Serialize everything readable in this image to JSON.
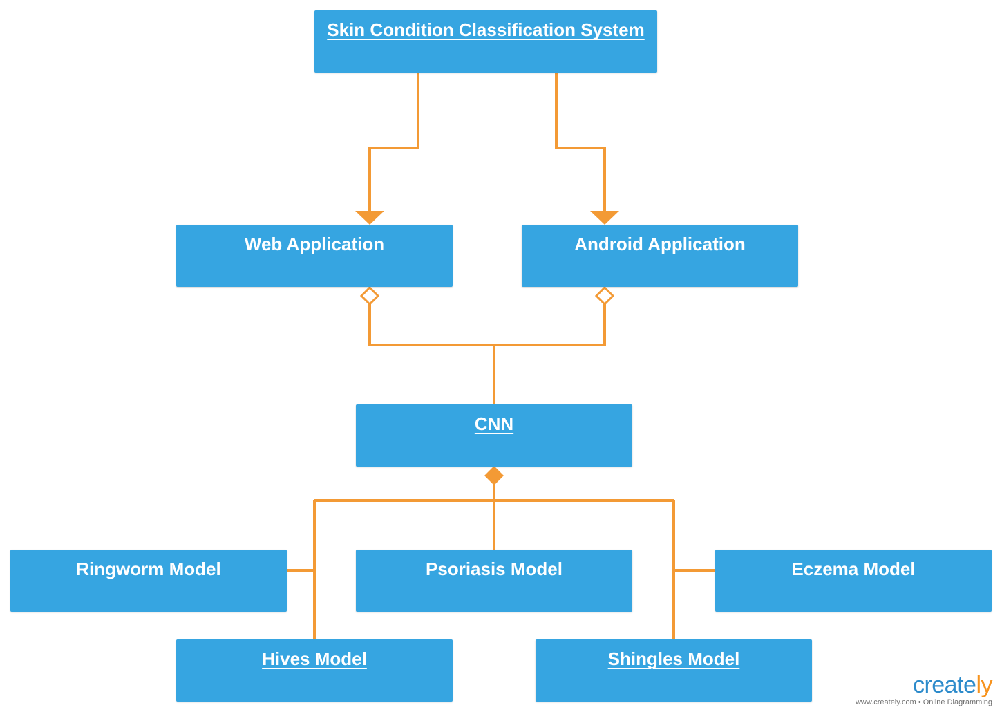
{
  "diagram": {
    "nodes": {
      "system": "Skin Condition Classification System",
      "web": "Web Application",
      "android": "Android Application",
      "cnn": "CNN",
      "ringworm": "Ringworm Model",
      "psoriasis": "Psoriasis Model",
      "eczema": "Eczema Model",
      "hives": "Hives Model",
      "shingles": "Shingles Model"
    },
    "colors": {
      "node_fill": "#36A5E1",
      "node_text": "#FFFFFF",
      "connector": "#F39A35"
    }
  },
  "watermark": {
    "logo_prefix": "create",
    "logo_suffix": "ly",
    "tagline": "www.creately.com • Online Diagramming"
  }
}
